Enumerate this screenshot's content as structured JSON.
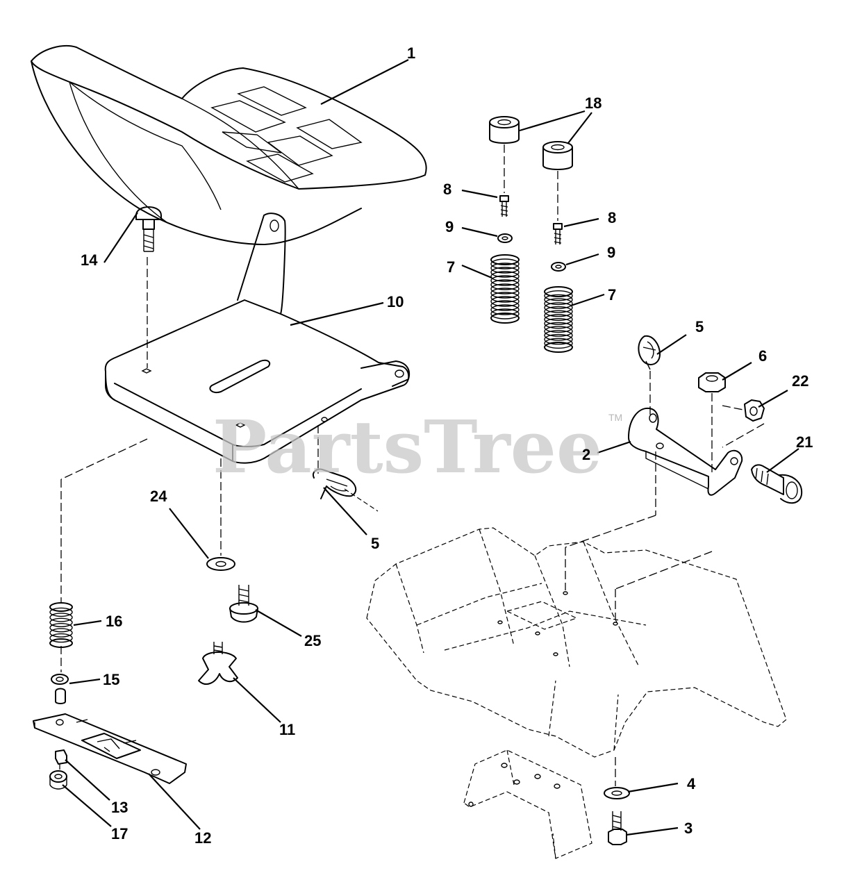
{
  "watermark": {
    "text": "PartsTree",
    "trademark": "TM"
  },
  "callouts": {
    "seat": "1",
    "bracket": "2",
    "bolt_bottom": "3",
    "washer_bottom": "4",
    "clip_upper": "5",
    "clip_lower": "5",
    "nut_bracket": "6",
    "spring_left": "7",
    "spring_right": "7",
    "screw_left": "8",
    "screw_right": "8",
    "washer_left": "9",
    "washer_right": "9",
    "seat_pan": "10",
    "knob": "11",
    "slide_plate": "12",
    "nut_slide": "13",
    "carriage_bolt": "14",
    "washer_spring": "15",
    "spring_small": "16",
    "washer_slide": "17",
    "bumpers": "18",
    "switch": "21",
    "nut_hex": "22",
    "washer_pan": "24",
    "bolt_shoulder": "25"
  },
  "colors": {
    "line": "#000000",
    "watermark": "#c8c8c8",
    "background": "#ffffff"
  }
}
